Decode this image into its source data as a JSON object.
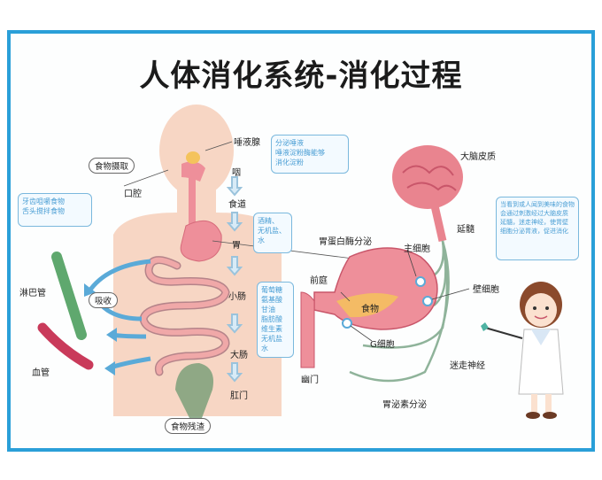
{
  "title": "人体消化系统-消化过程",
  "labels": {
    "saliva_gland": "唾液腺",
    "food_intake": "食物摄取",
    "mouth": "口腔",
    "teeth_tongue_line1": "牙齿咀嚼食物",
    "teeth_tongue_line2": "舌头搅拌食物",
    "saliva_note_line1": "分泌唾液",
    "saliva_note_line2": "唾液淀粉酶能够",
    "saliva_note_line3": "消化淀粉",
    "pharynx": "咽",
    "esophagus": "食道",
    "stomach": "胃",
    "absorb_stomach_line1": "酒精、",
    "absorb_stomach_line2": "无机盐、",
    "absorb_stomach_line3": "水",
    "small_intestine": "小肠",
    "absorb_small_intestine_line1": "葡萄糖",
    "absorb_small_intestine_line2": "氨基酸",
    "absorb_small_intestine_line3": "甘油",
    "absorb_small_intestine_line4": "脂肪酸",
    "absorb_small_intestine_line5": "维生素",
    "absorb_small_intestine_line6": "无机盐",
    "absorb_small_intestine_line7": "水",
    "large_intestine": "大肠",
    "anus": "肛门",
    "food_residue": "食物残渣",
    "lymph_vessel": "淋巴管",
    "absorption": "吸收",
    "blood_vessel": "血管",
    "brain_cortex": "大脑皮质",
    "medulla": "延髓",
    "pepsin_secretion": "胃蛋白酶分泌",
    "chief_cell": "主细胞",
    "antrum": "前庭",
    "food": "食物",
    "parietal_cell": "壁细胞",
    "g_cell": "G细胞",
    "pylorus": "幽门",
    "vagus_nerve": "迷走神经",
    "gastrin_secretion": "胃泌素分泌",
    "brain_note_line1": "当看到或人闻到美味的食物",
    "brain_note_line2": "会通过刺激经过大脑皮质",
    "brain_note_line3": "延髓，迷走神经，使胃壁",
    "brain_note_line4": "细胞分泌胃液，促进消化"
  },
  "colors": {
    "frame": "#2a9fd8",
    "skin": "#f7d6c4",
    "stomach": "#ee8f9a",
    "intestine": "#f0a8a8",
    "arrow": "#5aaad8",
    "brain": "#e9848f",
    "nerve": "#8fb39a"
  },
  "icons": [
    "teacher-illustration",
    "brain-illustration",
    "stomach-illustration",
    "body-silhouette"
  ]
}
